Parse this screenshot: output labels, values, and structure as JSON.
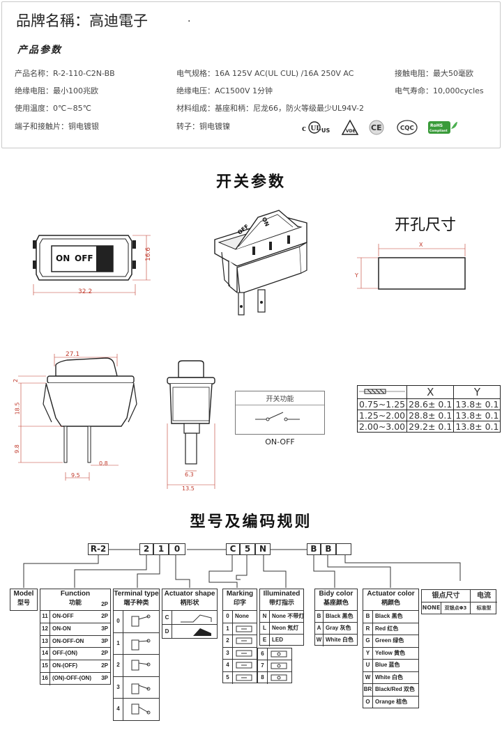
{
  "header": {
    "brand": "品牌名稱：高迪電子",
    "dot": ".",
    "section_title": "产品参数",
    "params": [
      {
        "id": "model",
        "text": "产品名称：R-2-110-C2N-BB"
      },
      {
        "id": "rating",
        "text": "电气规格：16A  125V  AC(UL CUL) /16A 250V  AC"
      },
      {
        "id": "contact_res",
        "text": "接触电阻：最大50毫欧"
      },
      {
        "id": "insul_res",
        "text": "绝缘电阻：最小100兆欧"
      },
      {
        "id": "insul_volt",
        "text": "绝缘电压：AC1500V 1分钟"
      },
      {
        "id": "life",
        "text": "电气寿命：10,000cycles"
      },
      {
        "id": "temp",
        "text": "使用温度：0℃~85℃"
      },
      {
        "id": "material",
        "text": "材料组成：基座和柄：尼龙66，防火等级最少UL94V-2"
      },
      {
        "id": "terminal",
        "text": "端子和接触片：铜电镀银"
      },
      {
        "id": "rotor",
        "text": "转子：铜电镀镍"
      }
    ],
    "certs": [
      "cULus",
      "VDE",
      "CE",
      "CQC",
      "RoHS Compliant"
    ]
  },
  "switch_params": {
    "title": "开关参数",
    "hole_title": "开孔尺寸",
    "dims": {
      "width": "32.2",
      "height": "16.6",
      "top_width": "27.1",
      "top_gap": "2",
      "body_h": "18.5",
      "pin_h": "9.8",
      "pin_w": "0.8",
      "pin_pitch": "9.5",
      "side_pin": "6.3",
      "side_w": "13.5",
      "hole_x": "X",
      "hole_y": "Y"
    },
    "switch_labels": {
      "on": "ON",
      "off": "OFF",
      "on_rot": "ON",
      "off_rot": "OFF"
    },
    "size_table": {
      "headers": [
        "",
        "X",
        "Y"
      ],
      "rows": [
        [
          "0.75~1.25",
          "28.6± 0.1",
          "13.8± 0.1"
        ],
        [
          "1.25~2.00",
          "28.8± 0.1",
          "13.8± 0.1"
        ],
        [
          "2.00~3.00",
          "29.2± 0.1",
          "13.8± 0.1"
        ]
      ]
    },
    "function_title": "开关功能",
    "function_label": "ON-OFF"
  },
  "code_rule": {
    "title": "型号及编码规则",
    "boxes": [
      "R-2",
      "2",
      "1",
      "0",
      "C",
      "5",
      "N",
      "B",
      "B",
      ""
    ],
    "model": {
      "en": "Model",
      "cn": "型号"
    },
    "function": {
      "en": "Function",
      "cn": "功能",
      "rows": [
        [
          "11",
          "ON-OFF",
          "2P"
        ],
        [
          "12",
          "ON-ON",
          "3P"
        ],
        [
          "13",
          "ON-OFF-ON",
          "3P"
        ],
        [
          "14",
          "OFF-(ON)",
          "2P"
        ],
        [
          "15",
          "ON-(OFF)",
          "2P"
        ],
        [
          "16",
          "(ON)-OFF-(ON)",
          "3P"
        ]
      ],
      "top_note": "2P"
    },
    "terminal": {
      "en": "Terminal type",
      "cn": "端子种类",
      "rows": [
        "0",
        "1",
        "2",
        "3",
        "4"
      ]
    },
    "actuator_shape": {
      "en": "Actuator shape",
      "cn": "柄形状",
      "rows": [
        "C",
        "D"
      ]
    },
    "marking": {
      "en": "Marking",
      "cn": "印字",
      "rows": [
        [
          "0",
          "None"
        ],
        [
          "1",
          ""
        ],
        [
          "2",
          ""
        ],
        [
          "3",
          ""
        ],
        [
          "4",
          ""
        ],
        [
          "5",
          ""
        ]
      ],
      "rows2": [
        [
          "6",
          ""
        ],
        [
          "7",
          ""
        ],
        [
          "8",
          ""
        ]
      ]
    },
    "illuminated": {
      "en": "Illuminated",
      "cn": "带灯指示",
      "rows": [
        [
          "N",
          "None 不带灯"
        ],
        [
          "L",
          "Neon 氖灯"
        ],
        [
          "E",
          "LED"
        ]
      ]
    },
    "body_color": {
      "en": "Bidy color",
      "cn": "基座颜色",
      "rows": [
        [
          "B",
          "Black 黑色"
        ],
        [
          "A",
          "Gray 灰色"
        ],
        [
          "W",
          "White 白色"
        ]
      ]
    },
    "actuator_color": {
      "en": "Actuator color",
      "cn": "柄颜色",
      "rows": [
        [
          "B",
          "Black 黑色"
        ],
        [
          "R",
          "Red 红色"
        ],
        [
          "G",
          "Green 绿色"
        ],
        [
          "Y",
          "Yellow 黄色"
        ],
        [
          "U",
          "Blue 蓝色"
        ],
        [
          "W",
          "White 白色"
        ],
        [
          "BR",
          "Black/Red 双色"
        ],
        [
          "O",
          "Orange 桔色"
        ]
      ]
    },
    "silver": {
      "cn": "银点尺寸",
      "cn2": "电流",
      "row": [
        "NONE",
        "双银点Φ3",
        "标准型"
      ]
    }
  }
}
